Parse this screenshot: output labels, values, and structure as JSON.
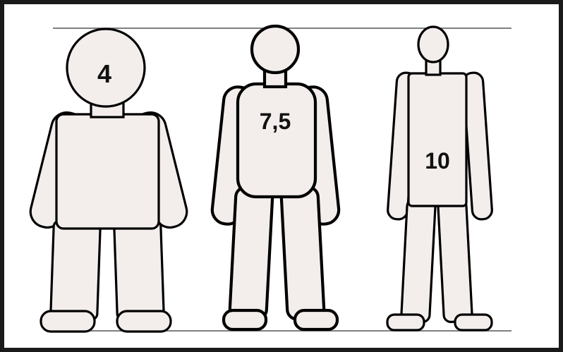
{
  "figures": [
    {
      "label": "4"
    },
    {
      "label": "7,5"
    },
    {
      "label": "10"
    }
  ],
  "colors": {
    "body_fill": "#f3eeec",
    "outline": "#000000",
    "frame": "#1a1a1a",
    "guide_line": "#555555"
  }
}
